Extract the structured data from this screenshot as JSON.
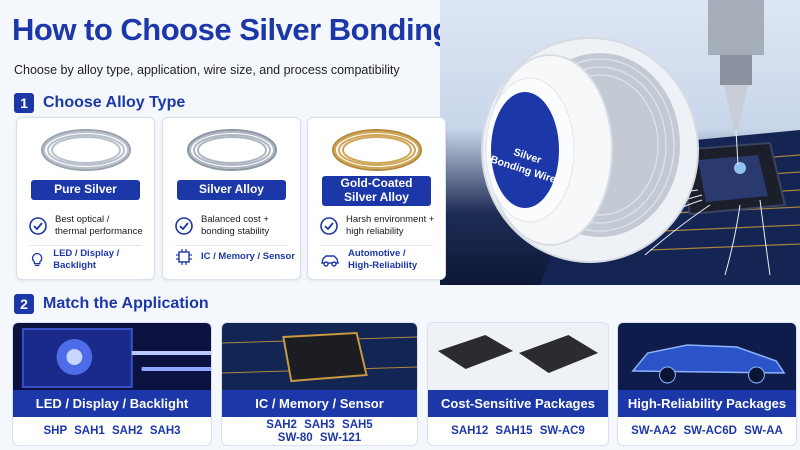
{
  "header": {
    "title": "How to Choose Silver Bonding Wire",
    "subtitle": "Choose by alloy type, application, wire size, and process compatibility"
  },
  "hero": {
    "spool_label_line1": "Silver",
    "spool_label_line2": "Bonding Wire"
  },
  "section1": {
    "number": "1",
    "label": "Choose Alloy Type"
  },
  "alloys": [
    {
      "name": "Pure Silver",
      "name_line2": "",
      "coil_color": "silver",
      "benefit": "Best optical /",
      "benefit2": "thermal performance",
      "use": "LED / Display / Backlight",
      "use2": "",
      "use_icon": "bulb-icon"
    },
    {
      "name": "Silver Alloy",
      "name_line2": "",
      "coil_color": "silver",
      "benefit": "Balanced cost +",
      "benefit2": "bonding stability",
      "use": "IC / Memory / Sensor",
      "use2": "",
      "use_icon": "chip-icon"
    },
    {
      "name": "Gold-Coated",
      "name_line2": "Silver Alloy",
      "coil_color": "gold",
      "benefit": "Harsh environment +",
      "benefit2": "high reliability",
      "use": "Automotive /",
      "use2": "High-Reliability",
      "use_icon": "car-icon"
    }
  ],
  "section2": {
    "number": "2",
    "label": "Match the Application"
  },
  "applications": [
    {
      "title": "LED / Display / Backlight",
      "codes_line1": "SHP  SAH1  SAH2  SAH3",
      "codes_line2": ""
    },
    {
      "title": "IC / Memory / Sensor",
      "codes_line1": "SAH2  SAH3  SAH5",
      "codes_line2": "SW-80  SW-121"
    },
    {
      "title": "Cost-Sensitive Packages",
      "codes_line1": "SAH12  SAH15  SW-AC9",
      "codes_line2": ""
    },
    {
      "title": "High-Reliability Packages",
      "codes_line1": "SW-AA2  SW-AC6D  SW-AA",
      "codes_line2": ""
    }
  ],
  "colors": {
    "brand_blue": "#1c37a8",
    "gold": "#c9a04a",
    "silver": "#b9c1cc"
  }
}
